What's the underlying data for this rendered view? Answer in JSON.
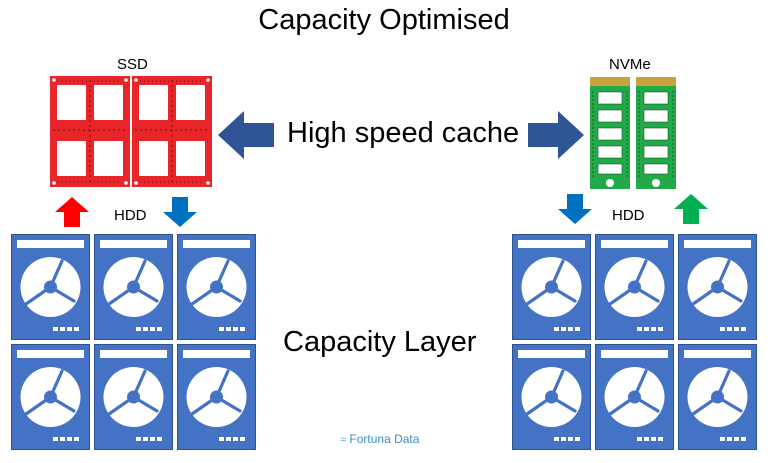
{
  "title": "Capacity Optimised",
  "left": {
    "cache_label": "SSD",
    "disk_label": "HDD"
  },
  "right": {
    "cache_label": "NVMe",
    "disk_label": "HDD"
  },
  "center_label": "High speed cache",
  "layer_label": "Capacity Layer",
  "brand": "Fortuna Data",
  "colors": {
    "ssd_red": "#e8262a",
    "nvme_green": "#23a84a",
    "nvme_gold": "#c8a23a",
    "hdd_blue": "#4472c4",
    "hdd_border": "#2f528f",
    "arrow_blue": "#2f5597",
    "arrow_red": "#ff0000",
    "arrow_down_blue": "#0070c0",
    "arrow_green": "#00b050"
  },
  "icons": [
    "ssd-icon",
    "nvme-icon",
    "hdd-icon",
    "arrow-left-icon",
    "arrow-right-icon",
    "arrow-up-icon",
    "arrow-down-icon"
  ]
}
